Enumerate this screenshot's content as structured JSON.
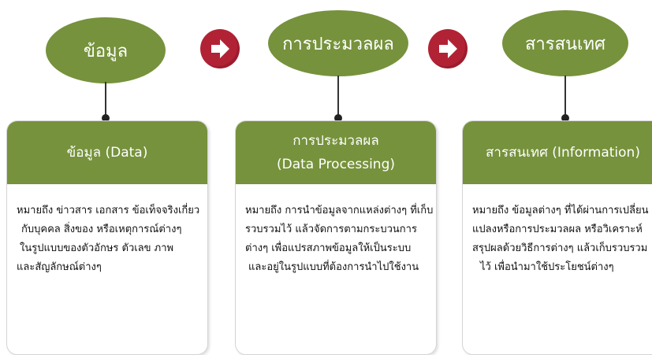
{
  "colors": {
    "green": "#76923c",
    "arrow_red": "#b22235",
    "text": "#111111"
  },
  "stages": [
    {
      "oval_label": "ข้อมูล",
      "header_lines": [
        "ข้อมูล (Data)"
      ],
      "body_lines": [
        "หมายถึง ข่าวสาร เอกสาร ข้อเท็จจริงเกี่ยว",
        "กับบุคคล สิ่งของ หรือเหตุการณ์ต่างๆ",
        "ในรูปแบบของตัวอักษร ตัวเลข ภาพ",
        "และสัญลักษณ์ต่างๆ"
      ]
    },
    {
      "oval_label": "การประมวลผล",
      "header_lines": [
        "การประมวลผล",
        "(Data Processing)"
      ],
      "body_lines": [
        "หมายถึง การนำข้อมูลจากแหล่งต่างๆ ที่เก็บ",
        "รวบรวมไว้ แล้วจัดการตามกระบวนการ",
        "ต่างๆ เพื่อแปรสภาพข้อมูลให้เป็นระบบ",
        "และอยู่ในรูปแบบที่ต้องการนำไปใช้งาน"
      ]
    },
    {
      "oval_label": "สารสนเทศ",
      "header_lines": [
        "สารสนเทศ (Information)"
      ],
      "body_lines": [
        "หมายถึง ข้อมูลต่างๆ ที่ได้ผ่านการเปลี่ยน",
        "แปลงหรือการประมวลผล หรือวิเคราะห์",
        "สรุปผลด้วยวิธีการต่างๆ แล้วเก็บรวบรวม",
        "ไว้ เพื่อนำมาใช้ประโยชน์ต่างๆ"
      ]
    }
  ],
  "arrow_icon": "right-arrow-icon"
}
